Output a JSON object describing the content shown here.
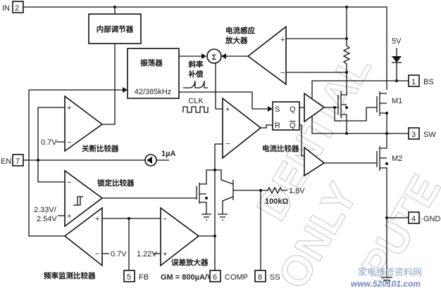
{
  "pins": {
    "in": {
      "label": "IN",
      "num": "2"
    },
    "en": {
      "label": "EN",
      "num": "7"
    },
    "fb": {
      "label": "FB",
      "num": "5"
    },
    "comp": {
      "label": "COMP",
      "num": "6"
    },
    "ss": {
      "label": "SS",
      "num": "8"
    },
    "bs": {
      "label": "BS",
      "num": "1"
    },
    "sw": {
      "label": "SW",
      "num": "3"
    },
    "gnd": {
      "label": "GND",
      "num": "4"
    }
  },
  "blocks": {
    "regulator": "内部调节器",
    "oscillator": "振荡器",
    "osc_freq": "42/385kHz",
    "slope_comp_1": "斜率",
    "slope_comp_2": "补偿",
    "clk": "CLK",
    "sum": "Σ",
    "cs_amp_1": "电流感应",
    "cs_amp_2": "放大器",
    "current_comp": "电流比较器",
    "shutdown_comp": "关断比较器",
    "lock_comp": "锁定比较器",
    "freq_comp": "频率监测比较器",
    "error_amp": "误差放大器",
    "latch_s": "S",
    "latch_r": "R",
    "latch_q": "Q",
    "latch_qn": "Q"
  },
  "values": {
    "v_shutdown": "0.7V",
    "i_source": "1µA",
    "v_lock_1": "2.33V/",
    "v_lock_2": "2.54V",
    "v_freq": "0.7V",
    "v_ref": "1.22V",
    "gm": "GM = 800µA/V",
    "v_ss": "1.8V",
    "r_ss": "100kΩ",
    "v_boot": "5V",
    "m1": "M1",
    "m2": "M2"
  },
  "watermark": {
    "text1": "DENTIAL",
    "text2": "ONLY",
    "text3": "PUTE",
    "site_cn": "家电维修资料网",
    "site_url": "www.520101.com"
  }
}
